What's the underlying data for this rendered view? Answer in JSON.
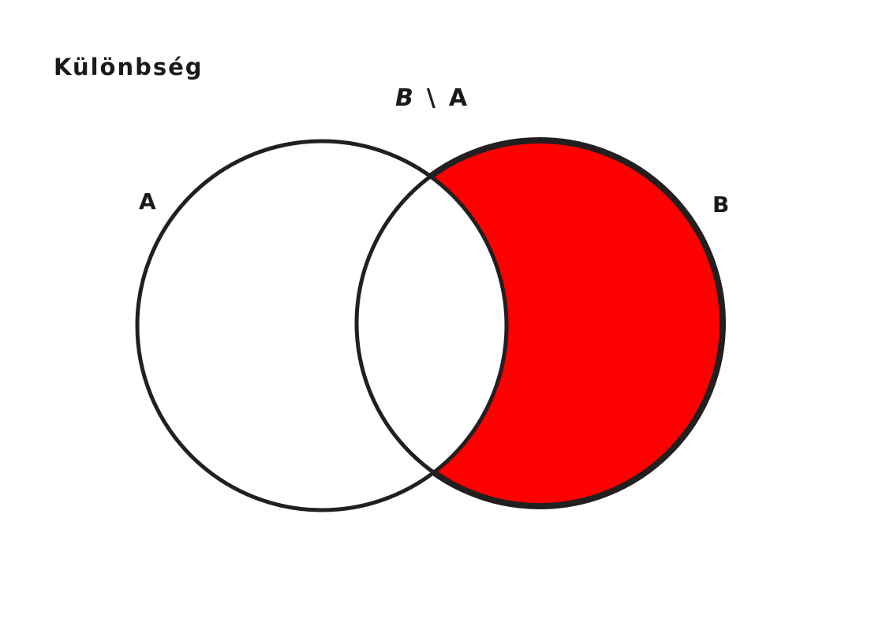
{
  "title": "Különbség",
  "formula": {
    "left": "B",
    "operator": "\\",
    "right": "A"
  },
  "sets": {
    "a_label": "A",
    "b_label": "B"
  },
  "colors": {
    "highlight": "#ff0000",
    "stroke": "#231f20",
    "background": "#ffffff"
  }
}
